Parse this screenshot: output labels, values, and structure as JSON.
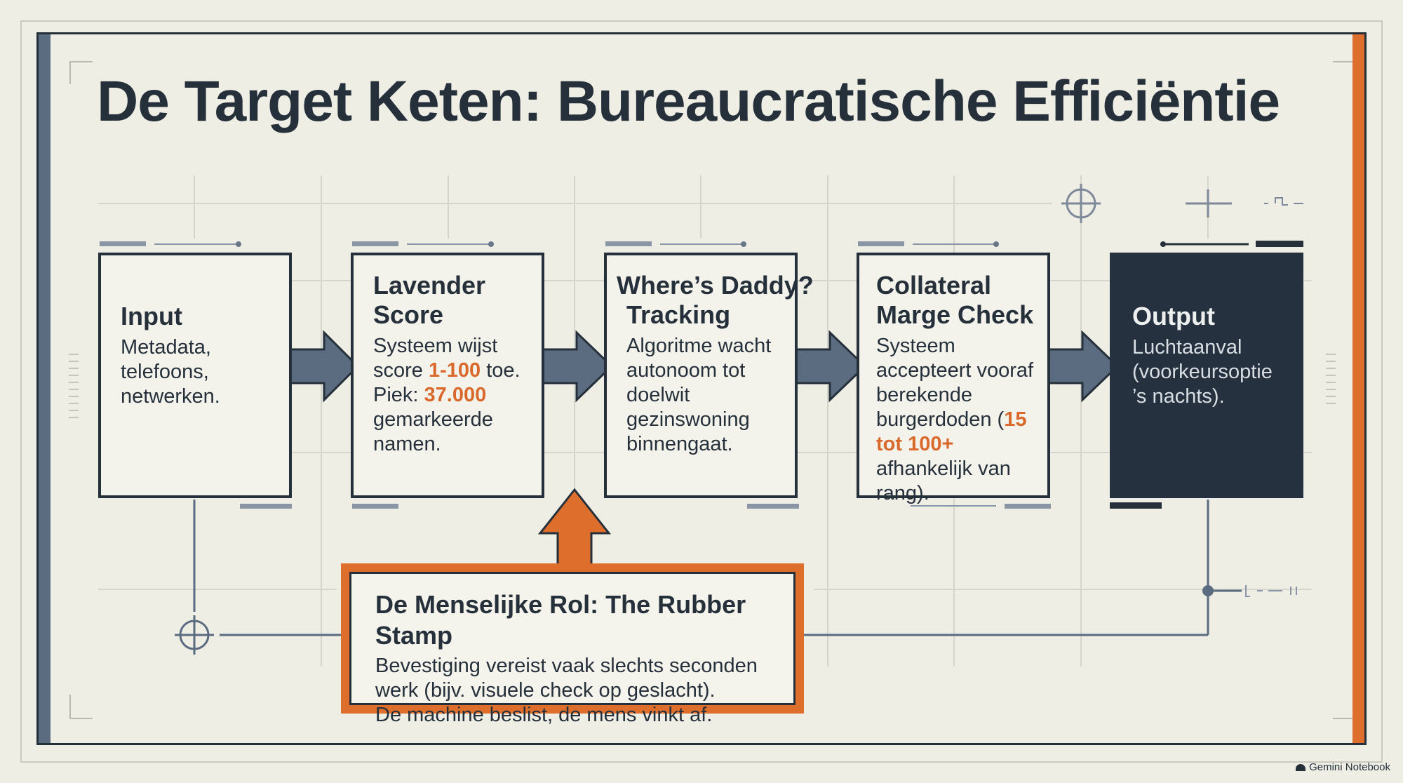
{
  "title": "De Target Keten: Bureaucratische Efficiëntie",
  "steps": [
    {
      "title": "Input",
      "lines": [
        "Metadata,",
        "telefoons,",
        "netwerken."
      ]
    },
    {
      "title": "Lavender Score",
      "text_a": "Systeem wijst score ",
      "hl_a": "1-100",
      "text_b": " toe. Piek: ",
      "hl_b": "37.000",
      "text_c": " gemarkeerde namen."
    },
    {
      "title_line1": "Where’s Daddy?",
      "title_line2": "Tracking",
      "text": "Algoritme wacht autonoom tot doelwit gezinswoning binnengaat."
    },
    {
      "title": "Collateral Marge Check",
      "text_a": "Systeem accepteert vooraf berekende burgerdoden (",
      "hl_a": "15 tot 100+",
      "text_b": " afhankelijk van rang)."
    },
    {
      "title": "Output",
      "text": "Luchtaanval (voorkeursoptie ’s nachts)."
    }
  ],
  "human": {
    "title": "De Menselijke Rol: The Rubber Stamp",
    "lines": [
      "Bevestiging vereist vaak slechts seconden",
      "werk (bijv. visuele check op geslacht).",
      "De machine beslist, de mens vinkt af."
    ]
  },
  "watermark": "Gemini Notebook",
  "colors": {
    "background": "#eeeee5",
    "ink": "#26303b",
    "accent_orange": "#de6e2c",
    "arrow_slate": "#5b6b80",
    "output_box": "#263140"
  },
  "icons": [
    "crosshair-icon",
    "arrow-right-icon",
    "arrow-up-icon"
  ]
}
